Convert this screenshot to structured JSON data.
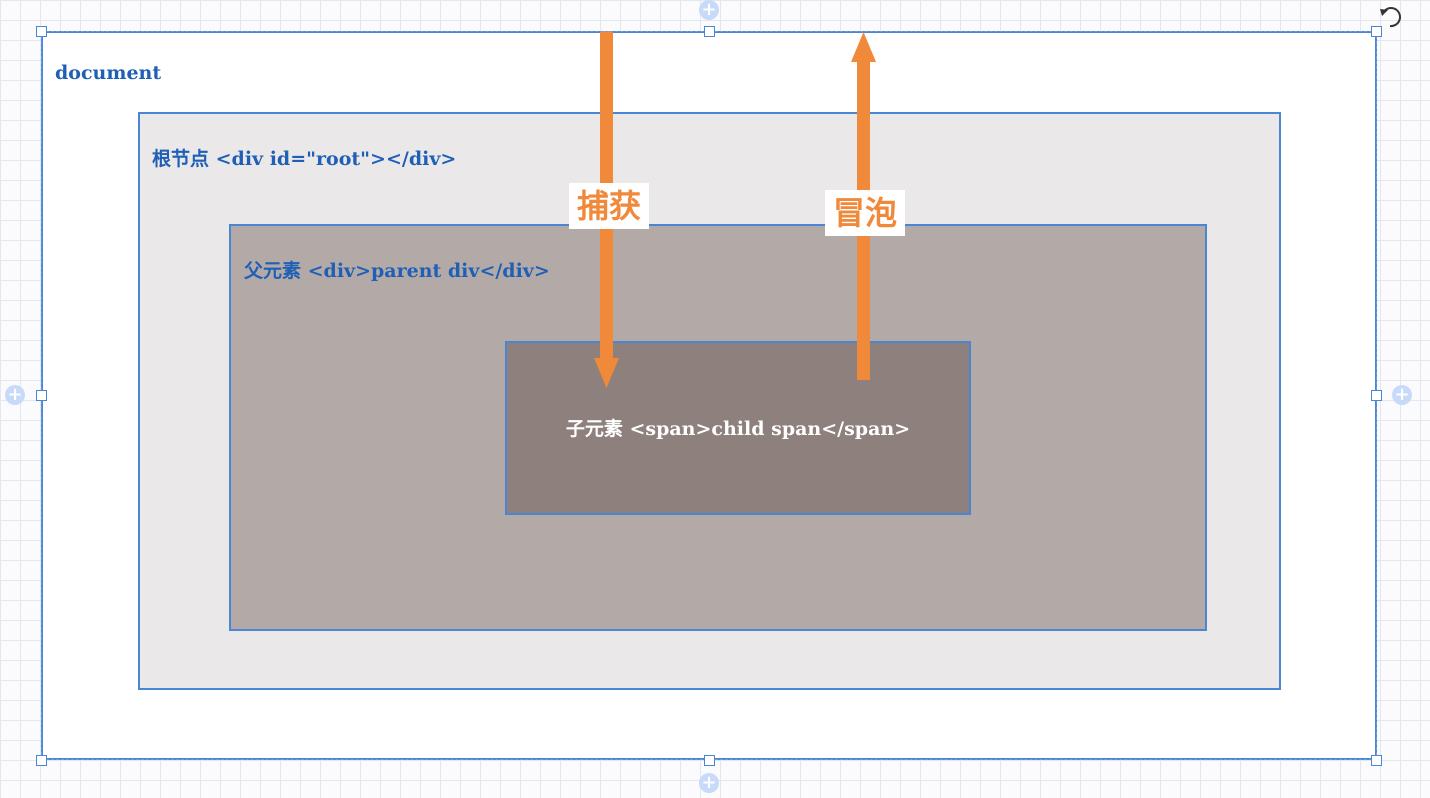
{
  "diagram": {
    "document_label": "document",
    "root_label": "根节点 <div id=\"root\"></div>",
    "parent_label": "父元素 <div>parent div</div>",
    "child_label": "子元素 <span>child span</span>",
    "capture_label": "捕获",
    "bubble_label": "冒泡"
  },
  "editor": {
    "add_symbol": "+"
  },
  "colors": {
    "arrow": "#f0893a",
    "selection": "#4a86d4",
    "label_blue": "#1f5fb5",
    "root_fill": "#eae8e8",
    "parent_fill": "#b3aaa7",
    "child_fill": "#8e807c"
  },
  "icons": {
    "rotate": "rotate-icon",
    "add": "plus-circle-icon",
    "resize": "resize-handle"
  }
}
